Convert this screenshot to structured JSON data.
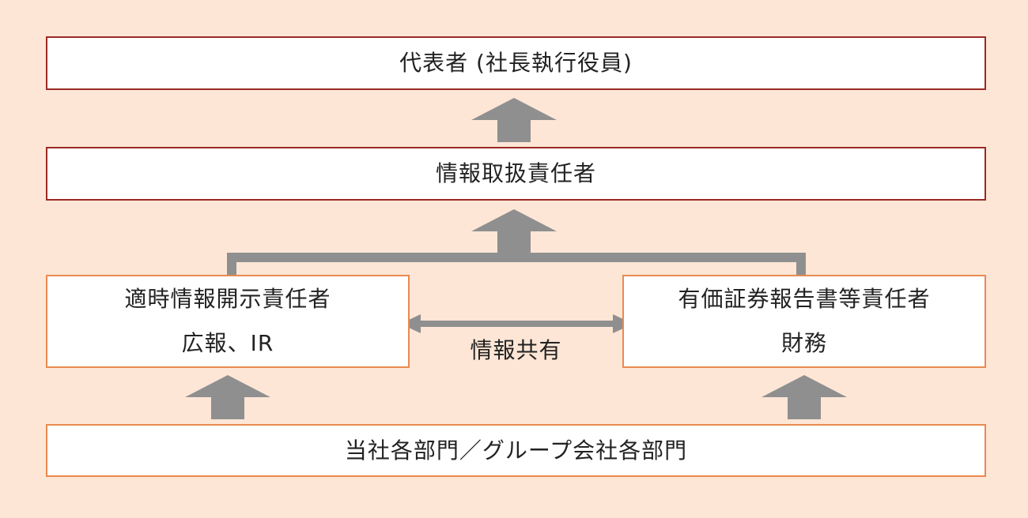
{
  "diagram": {
    "ceo": "代表者 (社長執行役員)",
    "info_officer": "情報取扱責任者",
    "disclosure_officer": {
      "title": "適時情報開示責任者",
      "dept": "広報、IR"
    },
    "securities_officer": {
      "title": "有価証券報告書等責任者",
      "dept": "財務"
    },
    "departments": "当社各部門／グループ会社各部門",
    "info_sharing": "情報共有",
    "colors": {
      "background": "#fde6d6",
      "dark_border": "#9b2a24",
      "orange_border": "#e98a4f",
      "arrow": "#8f8f8f"
    }
  }
}
